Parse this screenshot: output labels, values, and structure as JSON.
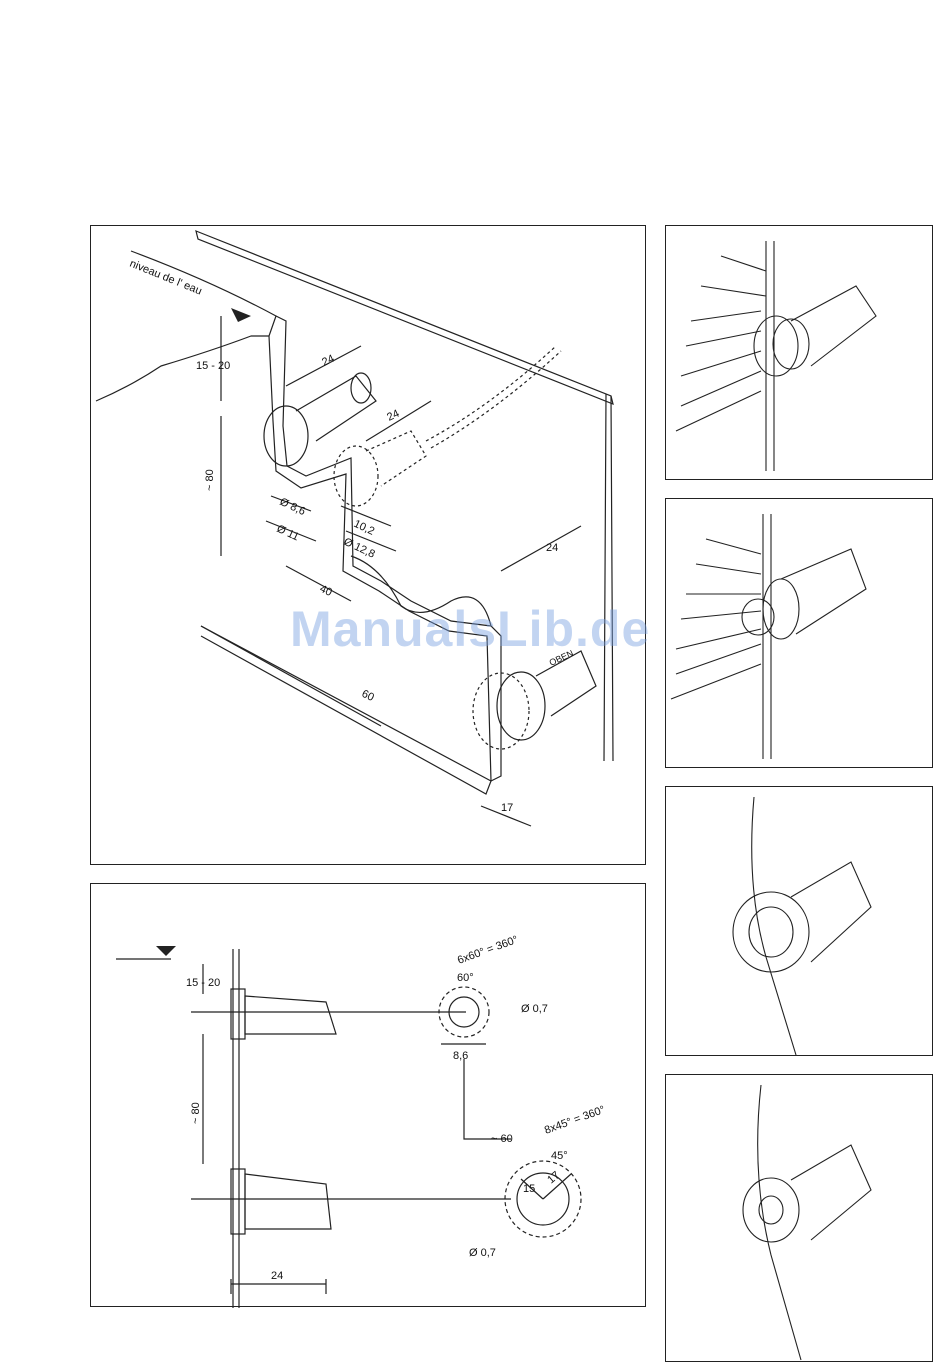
{
  "colors": {
    "line": "#222222",
    "watermark": "#78a0e1"
  },
  "main_view": {
    "water_level_label": "niveau de l' eau",
    "dims": {
      "depth_range": "15 - 20",
      "spacing_80": "~ 80",
      "depth_24_a": "24",
      "depth_24_b": "24",
      "depth_24_c": "24",
      "dia_8_6": "Ø 8,6",
      "dia_11": "Ø 11",
      "dia_10_2": "10,2",
      "dia_12_8": "Ø 12,8",
      "offset_40": "40",
      "width_60": "60",
      "depth_17": "17",
      "oben": "OBEN"
    }
  },
  "section_view": {
    "depth_range": "15 - 20",
    "spacing_80": "~ 80",
    "depth_24": "24",
    "bolt_pattern_small": "6x60° = 360°",
    "angle_60": "60°",
    "dia_0_7_top": "Ø 0,7",
    "dia_8_6": "8,6",
    "spacing_60": "~ 60",
    "bolt_pattern_large": "8x45° = 360°",
    "angle_45": "45°",
    "radius_15": "15",
    "radius_17": "17",
    "dia_0_7_bottom": "Ø 0,7"
  },
  "watermark": "ManualsLib.de"
}
